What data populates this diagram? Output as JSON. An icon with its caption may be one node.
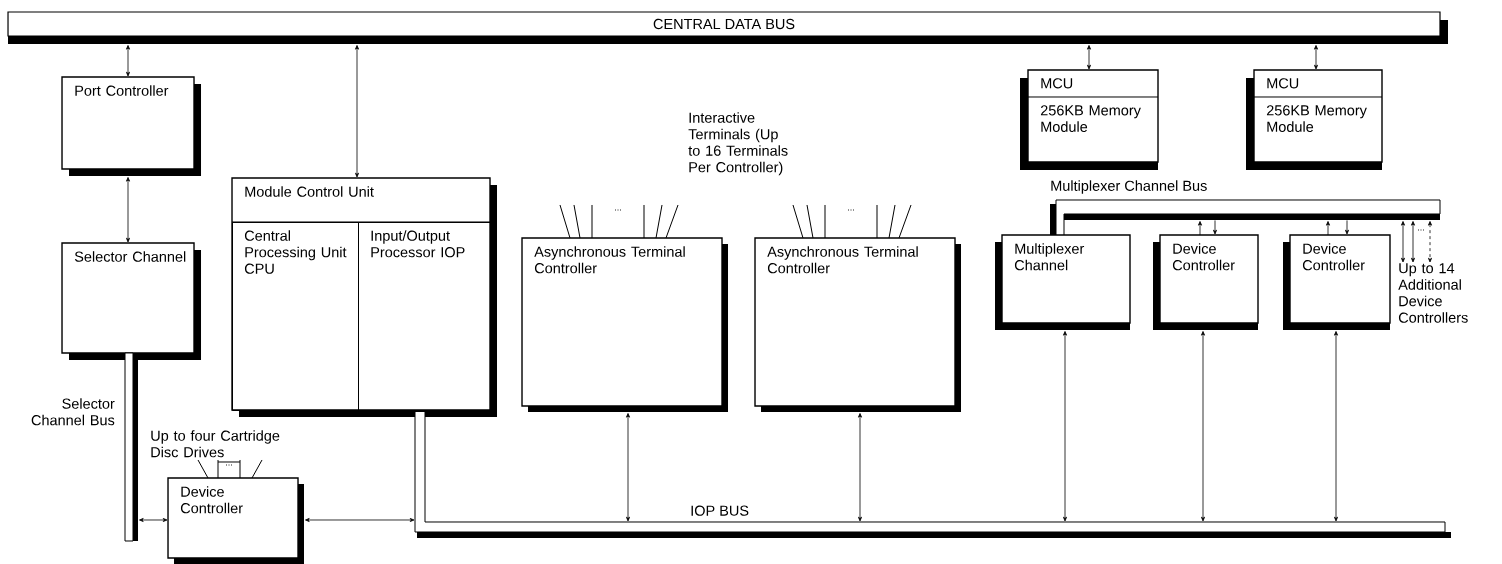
{
  "diagram": {
    "nodes": [
      {
        "text": [
          "CENTRAL DATA BUS"
        ]
      },
      {
        "text": [
          "Port Controller"
        ]
      },
      {
        "text": [
          "Selector Channel"
        ]
      },
      {
        "text": [
          "Module Control Unit"
        ]
      },
      {
        "text": [
          "Central Processing Unit CPU"
        ],
        "in": 3
      },
      {
        "text": [
          "Input/Output Processor IOP"
        ],
        "in": 3
      },
      {
        "text": [
          "Asynchronous Terminal Controller"
        ]
      },
      {
        "text": [
          "Asynchronous Terminal Controller"
        ]
      },
      {
        "text": [
          "MCU",
          "256KB Memory Module"
        ]
      },
      {
        "text": [
          "MCU",
          "256KB Memory Module"
        ]
      },
      {
        "text": [
          "Multiplexer Channel Bus"
        ]
      },
      {
        "text": [
          "Multiplexer Channel"
        ]
      },
      {
        "text": [
          "Device Controller"
        ]
      },
      {
        "text": [
          "Device Controller"
        ]
      },
      {
        "text": [
          "Up to 14 Additional Device Controllers"
        ]
      },
      {
        "text": [
          "Selector Channel Bus"
        ]
      },
      {
        "text": [
          "Device Controller"
        ]
      },
      {
        "text": [
          "IOP BUS"
        ]
      }
    ],
    "edges": [
      {
        "from": 0,
        "to": 1,
        "arrow": "both"
      },
      {
        "from": 1,
        "to": 2,
        "arrow": "both"
      },
      {
        "from": 0,
        "to": 3,
        "arrow": "both"
      },
      {
        "from": 0,
        "to": 8,
        "arrow": "both"
      },
      {
        "from": 0,
        "to": 9,
        "arrow": "both"
      },
      {
        "from": 15,
        "to": 16,
        "arrow": "both"
      },
      {
        "from": 16,
        "to": 17,
        "arrow": "both"
      },
      {
        "from": 6,
        "to": 17,
        "arrow": "both"
      },
      {
        "from": 7,
        "to": 17,
        "arrow": "both"
      },
      {
        "from": 11,
        "to": 17,
        "arrow": "both"
      },
      {
        "from": 12,
        "to": 17,
        "arrow": "both"
      },
      {
        "from": 13,
        "to": 17,
        "arrow": "both"
      },
      {
        "from": 12,
        "to": 10,
        "arrow": "to"
      },
      {
        "from": 10,
        "to": 12,
        "arrow": "to"
      },
      {
        "from": 13,
        "to": 10,
        "arrow": "to"
      },
      {
        "from": 10,
        "to": 13,
        "arrow": "to"
      },
      {
        "from": 10,
        "to": 14,
        "arrow": "both"
      },
      {
        "from": 10,
        "to": 14,
        "arrow": "both"
      },
      {
        "from": 10,
        "to": 14,
        "arrow": "both",
        "style": "dashed"
      }
    ],
    "labels": [
      "Interactive Terminals (Up to 16 Terminals Per Controller)",
      "...",
      "...",
      "...",
      "Up to four Cartridge Disc Drives",
      "..."
    ]
  }
}
